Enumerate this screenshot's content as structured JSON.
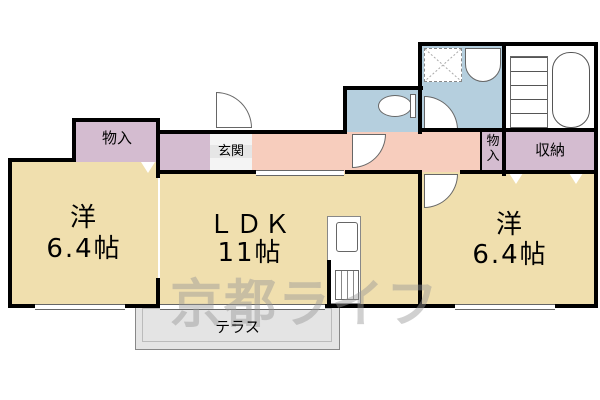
{
  "floorplan": {
    "rooms": {
      "western_left": {
        "type": "洋",
        "size": "6.4帖"
      },
      "ldk": {
        "type": "ＬＤＫ",
        "size": "11帖"
      },
      "western_right": {
        "type": "洋",
        "size": "6.4帖"
      },
      "storage_left": {
        "label": "物入"
      },
      "storage_mid": {
        "label_top": "物",
        "label_bottom": "入"
      },
      "storage_right": {
        "label": "収納"
      },
      "entrance": {
        "label": "玄関"
      },
      "terrace": {
        "label": "テラス"
      }
    },
    "watermark": "京都ライフ",
    "colors": {
      "room_yellow": "#f0dfae",
      "closet_purple": "#d4bcd0",
      "hall_pink": "#f7cdbd",
      "wet_blue": "#b5cfde",
      "terrace_gray": "#e4e4e4",
      "wall": "#000000"
    }
  }
}
